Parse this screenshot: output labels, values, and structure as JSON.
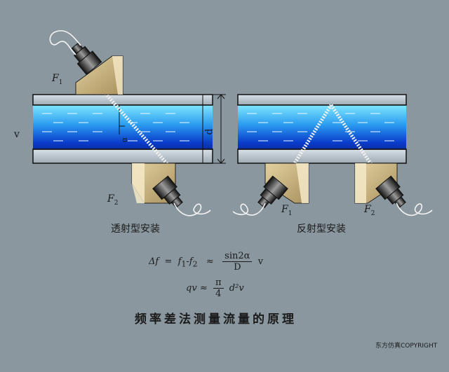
{
  "labels": {
    "f1_left": "F",
    "f1_left_sub": "1",
    "f2_left": "F",
    "f2_left_sub": "2",
    "v": "v",
    "d": "d",
    "alpha": "α",
    "f1_right": "F",
    "f1_right_sub": "1",
    "f2_right": "F",
    "f2_right_sub": "2"
  },
  "captions": {
    "transmission": "透射型安装",
    "reflection": "反射型安装"
  },
  "formula1": {
    "lhs": "Δf",
    "eq": "=",
    "f1": "f",
    "f1_sub": "1",
    "minus": "-",
    "f2": "f",
    "f2_sub": "2",
    "approx": "≈",
    "numerator": "sin2α",
    "denominator": "D",
    "tail": "v"
  },
  "formula2": {
    "lhs": "qv",
    "approx": "≈",
    "numerator": "π",
    "denominator": "4",
    "tail": "d²v"
  },
  "title": "频率差法测量流量的原理",
  "copyright": "东方仿真COPYRIGHT",
  "colors": {
    "background": "#8A979F",
    "pipe_wall": "#C9D2DA",
    "water_light": "#6FE0FF",
    "water_dark": "#0B3FCB",
    "wedge": "#C8B483",
    "beam": "#EDEDED"
  }
}
